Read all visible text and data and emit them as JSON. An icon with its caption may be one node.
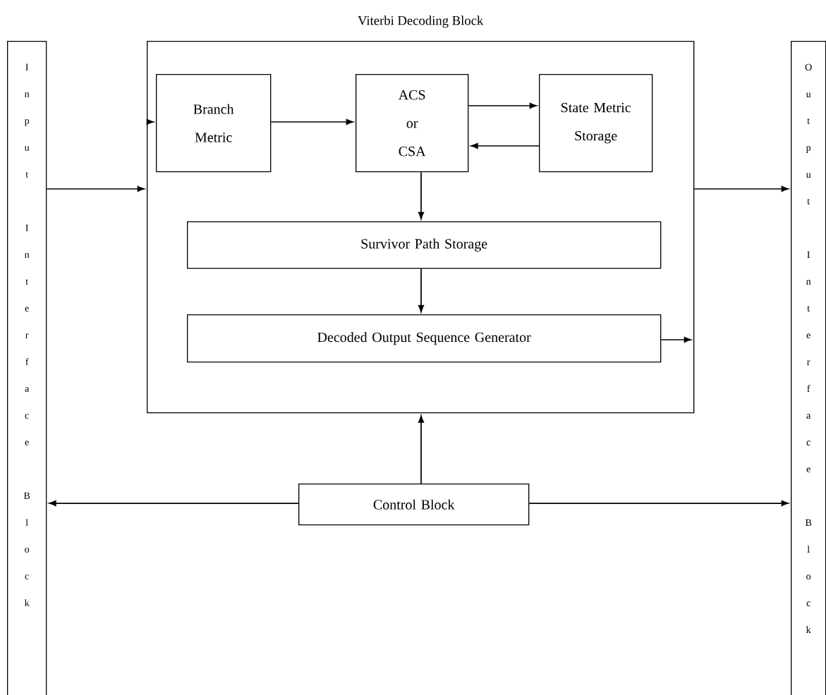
{
  "diagram": {
    "nodes": [
      {
        "text": [
          "Input Interface Block"
        ]
      },
      {
        "text": [
          "Viterbi Decoding Block"
        ]
      },
      {
        "text": [
          "Branch Metric"
        ],
        "in": 1
      },
      {
        "text": [
          "ACS or CSA"
        ],
        "in": 1
      },
      {
        "text": [
          "State Metric Storage"
        ],
        "in": 1
      },
      {
        "text": [
          "Survivor Path Storage"
        ],
        "in": 1
      },
      {
        "text": [
          "Decoded Output Sequence Generator"
        ],
        "in": 1
      },
      {
        "text": [
          "Output Interface Block"
        ]
      },
      {
        "text": [
          "Control Block"
        ]
      }
    ],
    "edges": [
      {
        "from": null,
        "to": 2,
        "arrow": "to"
      },
      {
        "from": 2,
        "to": 3,
        "arrow": "to"
      },
      {
        "from": 3,
        "to": 4,
        "arrow": "to"
      },
      {
        "from": 4,
        "to": 3,
        "arrow": "to"
      },
      {
        "from": 3,
        "to": 5,
        "arrow": "to"
      },
      {
        "from": 5,
        "to": 6,
        "arrow": "to"
      },
      {
        "from": 6,
        "to": null,
        "arrow": "to"
      },
      {
        "from": 0,
        "to": 1,
        "arrow": "to"
      },
      {
        "from": 1,
        "to": 7,
        "arrow": "to"
      },
      {
        "from": 8,
        "to": 1,
        "arrow": "to"
      },
      {
        "from": 8,
        "to": 0,
        "arrow": "to"
      },
      {
        "from": 8,
        "to": 7,
        "arrow": "to"
      }
    ]
  }
}
